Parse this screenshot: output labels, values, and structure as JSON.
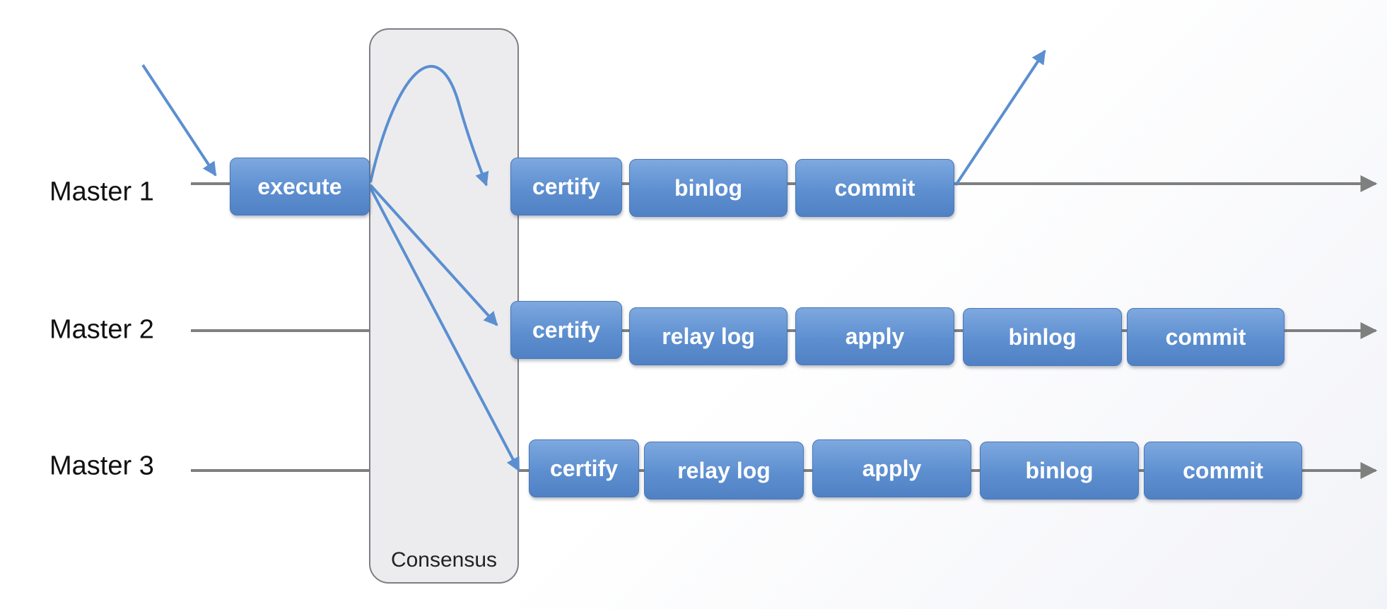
{
  "colors": {
    "step_fill": "#5d8fd0",
    "step_border": "#4a78b6",
    "arrow_blue": "#5b8fd0",
    "timeline_gray": "#7f7f7f",
    "consensus_fill": "#ececef"
  },
  "rows": [
    {
      "label": "Master 1",
      "steps": [
        "execute",
        "certify",
        "binlog",
        "commit"
      ]
    },
    {
      "label": "Master 2",
      "steps": [
        "certify",
        "relay log",
        "apply",
        "binlog",
        "commit"
      ]
    },
    {
      "label": "Master 3",
      "steps": [
        "certify",
        "relay log",
        "apply",
        "binlog",
        "commit"
      ]
    }
  ],
  "consensus": {
    "label": "Consensus"
  }
}
